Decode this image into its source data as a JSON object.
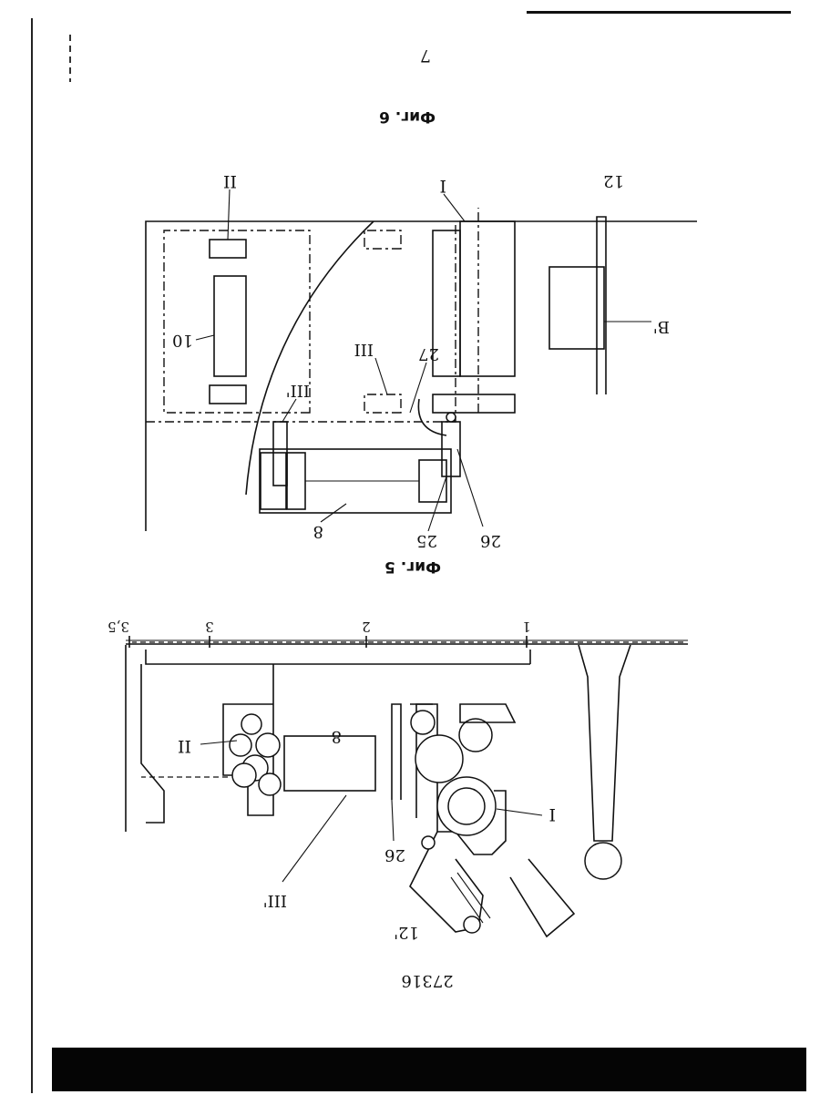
{
  "page": {
    "page_number": "7",
    "doc_number": "27316"
  },
  "fig6": {
    "caption": "Фиг. 6",
    "labels": {
      "l_II": "II",
      "l_I": "I",
      "l_12": "12",
      "l_10": "10",
      "l_III": "III",
      "l_27": "27",
      "l_IIIp": "III'",
      "l_B": "B'",
      "l_8": "8",
      "l_25": "25",
      "l_26": "26"
    }
  },
  "fig5": {
    "caption": "Фиг. 5",
    "scale": [
      "1",
      "2",
      "3",
      "3,5"
    ],
    "labels": {
      "l_8": "8",
      "l_II": "II",
      "l_I": "I",
      "l_26": "26",
      "l_IIIp": "III'",
      "l_12p": "12'"
    }
  }
}
